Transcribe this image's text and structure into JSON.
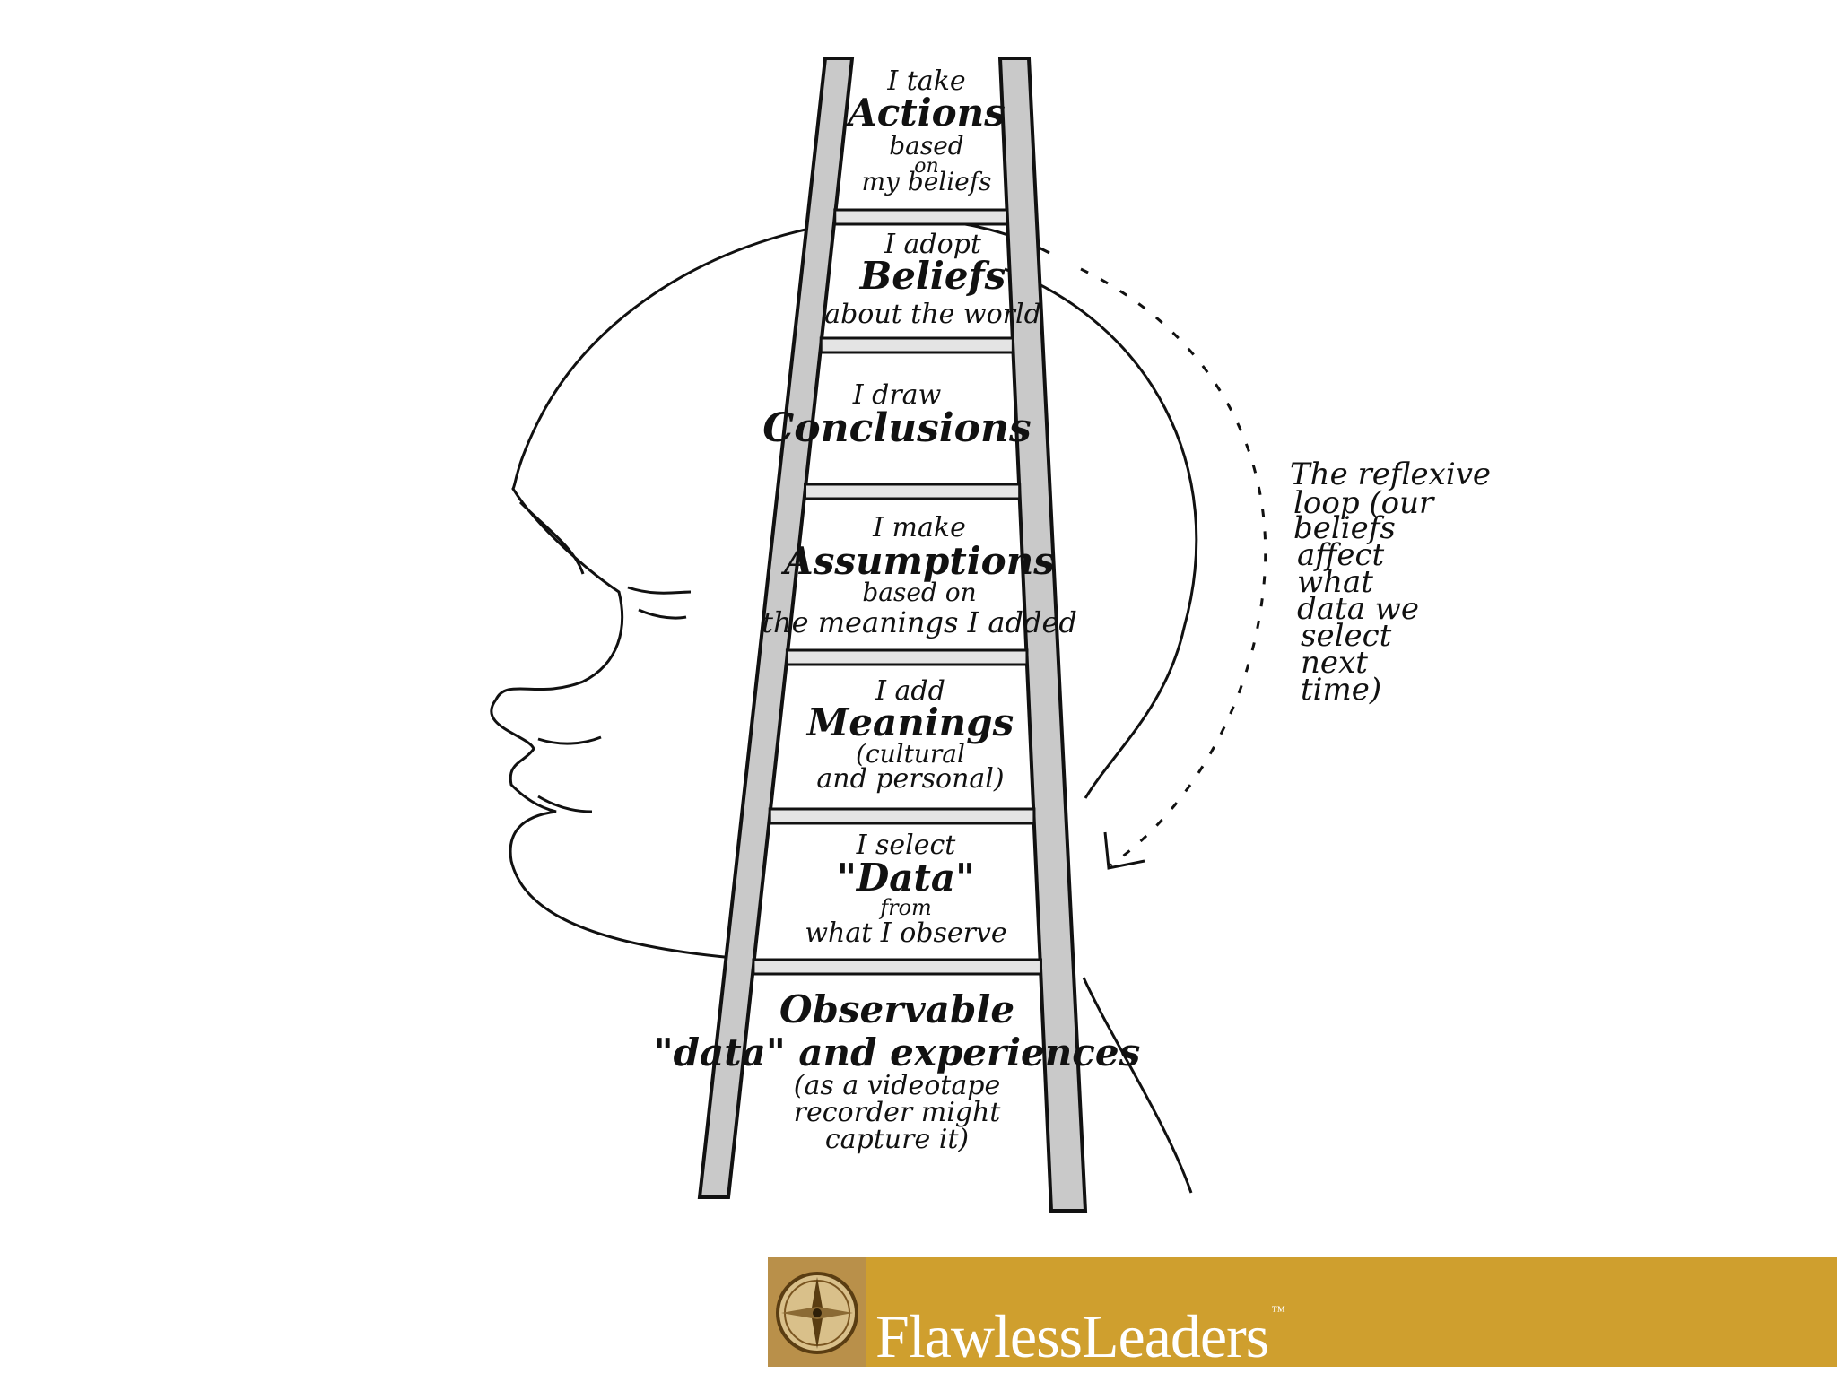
{
  "rungs": [
    {
      "lines": [
        "I take",
        "Actions",
        "based",
        "on",
        "my beliefs"
      ]
    },
    {
      "lines": [
        "I adopt",
        "Beliefs",
        "about the world"
      ]
    },
    {
      "lines": [
        "I draw",
        "Conclusions"
      ]
    },
    {
      "lines": [
        "I make",
        "Assumptions",
        "based on",
        "the meanings I added"
      ]
    },
    {
      "lines": [
        "I add",
        "Meanings",
        "(cultural",
        "and personal)"
      ]
    },
    {
      "lines": [
        "I select",
        "\"Data\"",
        "from",
        "what I observe"
      ]
    },
    {
      "lines": [
        "Observable",
        "\"data\" and experiences",
        "(as a videotape",
        "recorder might",
        "capture it)"
      ]
    }
  ],
  "loop_note": {
    "lines": [
      "The reflexive",
      "loop (our",
      "beliefs",
      "affect",
      "what",
      "data we",
      "select",
      "next",
      "time)"
    ]
  },
  "brand": {
    "name": "FlawlessLeaders",
    "tm": "™"
  },
  "colors": {
    "ink": "#111111",
    "banner": "#cf9f2e",
    "brand_text": "#ffffff"
  }
}
